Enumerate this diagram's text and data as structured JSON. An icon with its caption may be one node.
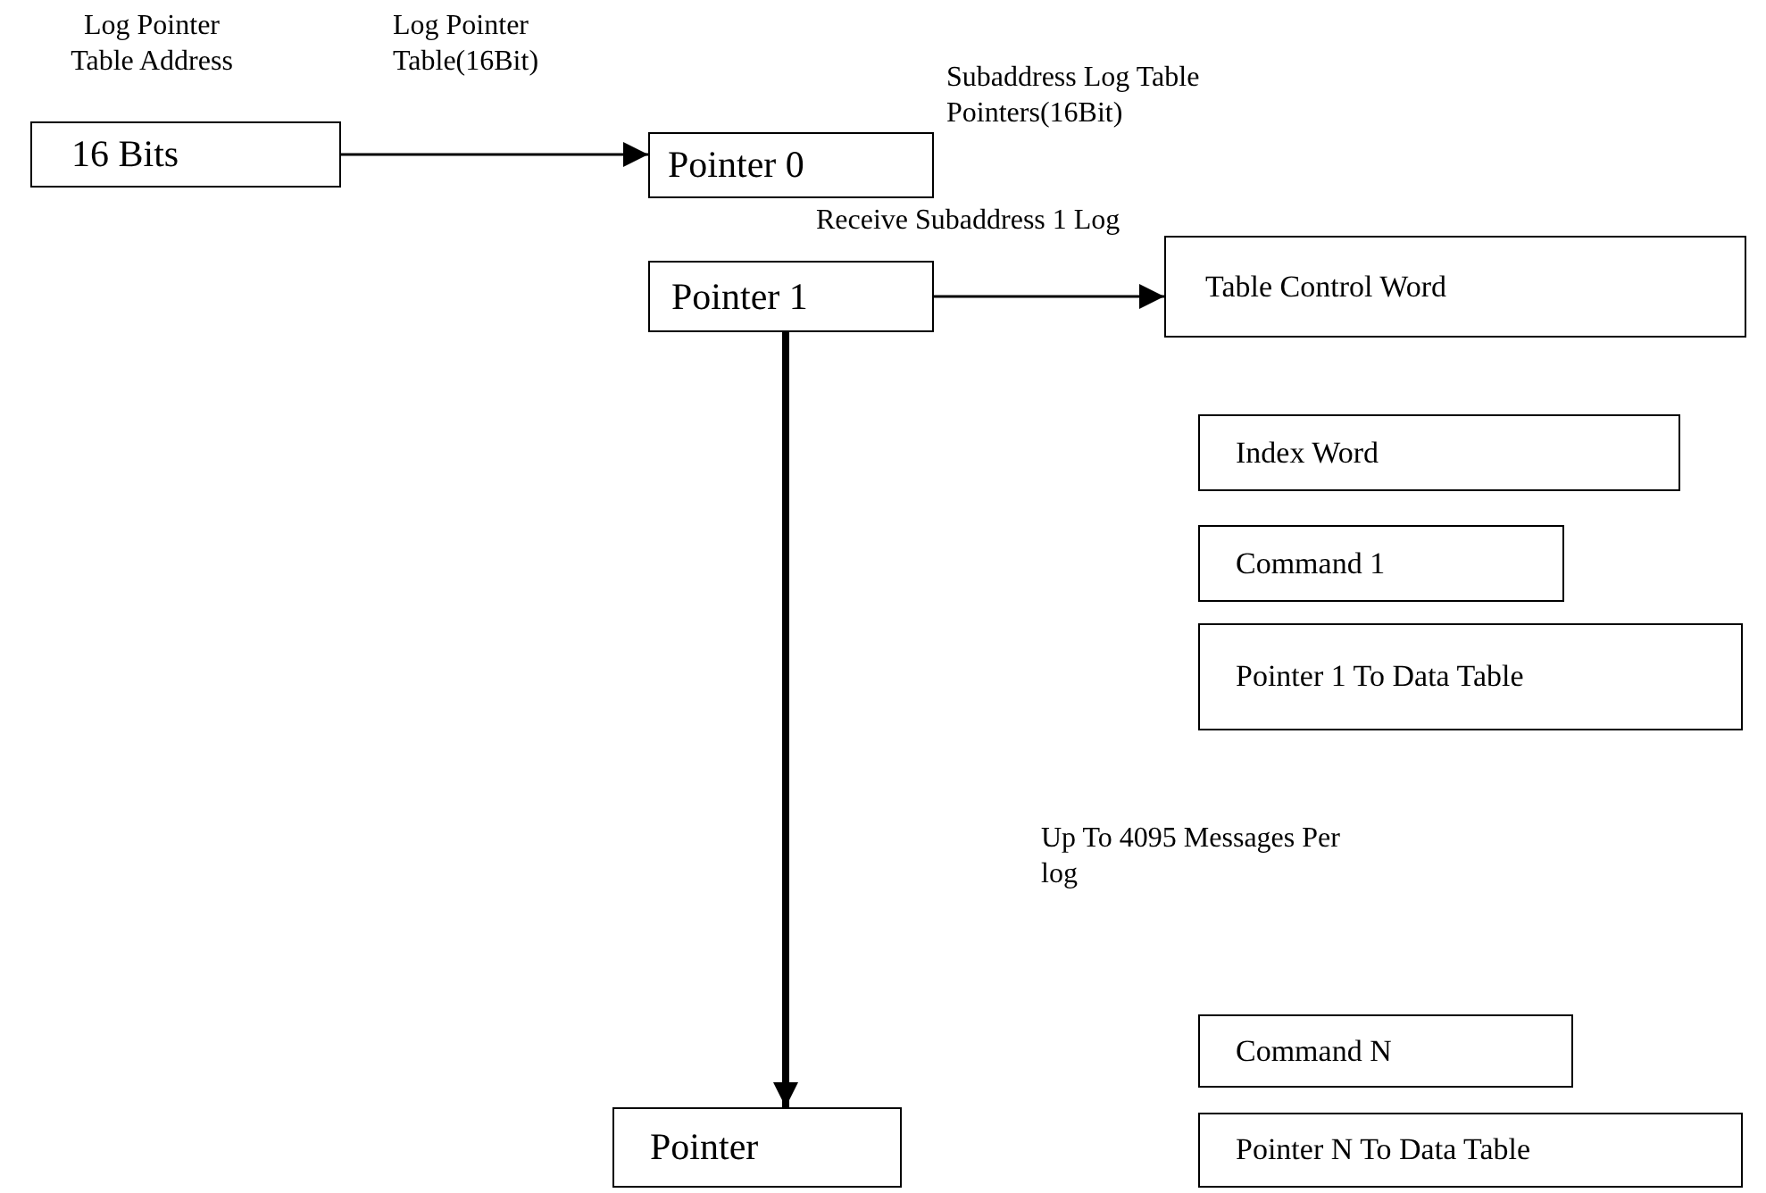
{
  "diagram": {
    "nodes": [
      {
        "text": [
          "16 Bits"
        ]
      },
      {
        "text": [
          "Pointer 0"
        ]
      },
      {
        "text": [
          "Pointer 1"
        ]
      },
      {
        "text": [
          "Table Control Word"
        ]
      },
      {
        "text": [
          "Index  Word"
        ]
      },
      {
        "text": [
          "Command 1"
        ]
      },
      {
        "text": [
          "Pointer 1 To Data Table"
        ]
      },
      {
        "text": [
          "Command N"
        ]
      },
      {
        "text": [
          "Pointer"
        ]
      },
      {
        "text": [
          "Pointer N To Data Table"
        ]
      }
    ],
    "edges": [
      {
        "from": 0,
        "to": 1,
        "arrow": "to"
      },
      {
        "from": 2,
        "to": 3,
        "arrow": "to"
      },
      {
        "from": 2,
        "to": 8,
        "arrow": "to",
        "style": "thick"
      }
    ],
    "labels": [
      "Log Pointer Table Address",
      "Log Pointer Table(16Bit)",
      "Subaddress Log Table Pointers(16Bit)",
      "Receive Subaddress 1 Log",
      "Up To 4095 Messages Per log"
    ]
  }
}
